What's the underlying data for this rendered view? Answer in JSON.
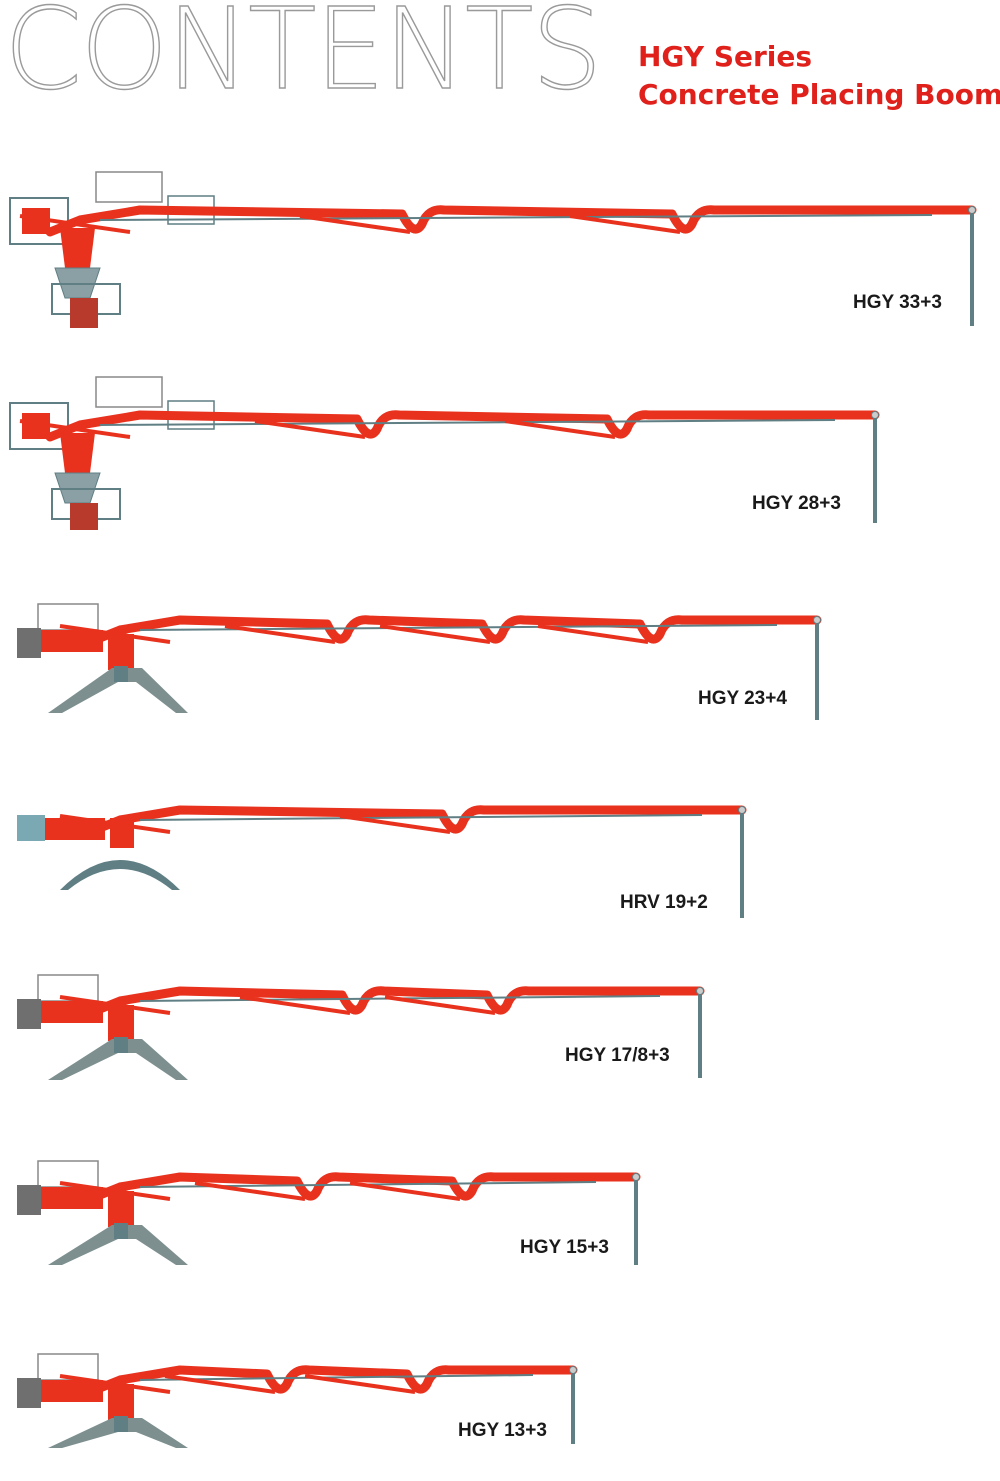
{
  "header": {
    "title": "CONTENTS",
    "series_line1": "HGY Series",
    "series_line2": "Concrete Placing Boom"
  },
  "colors": {
    "boom": "#e8321e",
    "steel": "#5f7f84",
    "mast": "#b83a2c",
    "title_outline": "#9a9a9a",
    "series_text": "#e0201b"
  },
  "models": [
    {
      "label": "HGY 33+3",
      "base": "mast-tower",
      "sections": 3
    },
    {
      "label": "HGY 28+3",
      "base": "mast-tower",
      "sections": 3
    },
    {
      "label": "HGY 23+4",
      "base": "cross-base",
      "sections": 4
    },
    {
      "label": "HRV 19+2",
      "base": "arch-base",
      "sections": 2
    },
    {
      "label": "HGY 17/8+3",
      "base": "cross-base",
      "sections": 3
    },
    {
      "label": "HGY 15+3",
      "base": "cross-base",
      "sections": 3
    },
    {
      "label": "HGY 13+3",
      "base": "cross-base",
      "sections": 3
    }
  ]
}
